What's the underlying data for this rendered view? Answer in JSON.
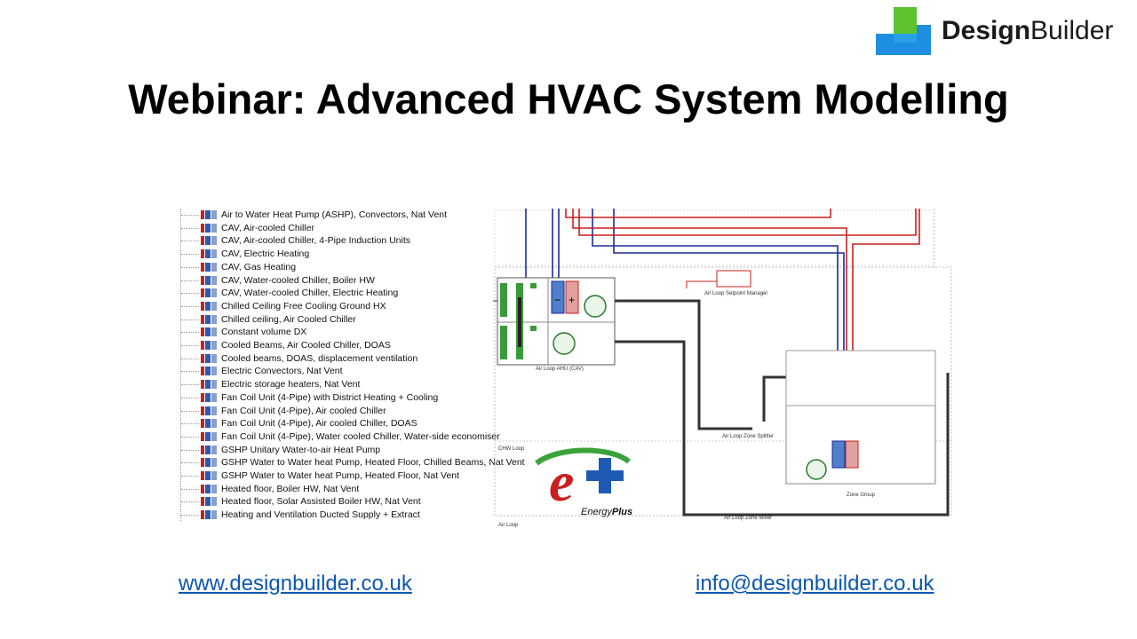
{
  "brand": {
    "name_bold": "Design",
    "name_regular": "Builder"
  },
  "title": "Webinar: Advanced HVAC System Modelling",
  "hvac_templates": [
    "Air to Water Heat Pump (ASHP), Convectors, Nat Vent",
    "CAV, Air-cooled Chiller",
    "CAV, Air-cooled Chiller, 4-Pipe Induction Units",
    "CAV, Electric Heating",
    "CAV, Gas Heating",
    "CAV, Water-cooled Chiller, Boiler HW",
    "CAV, Water-cooled Chiller, Electric Heating",
    "Chilled Ceiling Free Cooling Ground HX",
    "Chilled ceiling, Air Cooled Chiller",
    "Constant volume DX",
    "Cooled Beams, Air Cooled Chiller, DOAS",
    "Cooled beams, DOAS, displacement ventilation",
    "Electric Convectors, Nat Vent",
    "Electric storage heaters, Nat Vent",
    "Fan Coil Unit (4-Pipe) with District Heating + Cooling",
    "Fan Coil Unit (4-Pipe), Air cooled Chiller",
    "Fan Coil Unit (4-Pipe), Air cooled Chiller, DOAS",
    "Fan Coil Unit (4-Pipe), Water cooled Chiller, Water-side economiser",
    "GSHP Unitary Water-to-air Heat Pump",
    "GSHP Water to Water heat Pump, Heated Floor, Chilled Beams, Nat Vent",
    "GSHP Water to Water heat Pump, Heated Floor, Nat Vent",
    "Heated  floor, Boiler HW, Nat Vent",
    "Heated  floor, Solar Assisted Boiler HW, Nat Vent",
    "Heating and Ventilation Ducted Supply + Extract"
  ],
  "diagram": {
    "setpoint_manager": "Air Loop Setpoint Manager",
    "ahu_label": "Air Loop AHU (CAV)",
    "zone_splitter": "Air Loop Zone Splitter",
    "zone_group": "Zone Group",
    "zone_mixer": "Air Loop Zone Mixer",
    "chw_loop": "CHW Loop",
    "air_loop": "Air Loop"
  },
  "energyplus": {
    "energy": "Energy",
    "plus": "Plus"
  },
  "footer": {
    "website": "www.designbuilder.co.uk",
    "email": "info@designbuilder.co.uk"
  },
  "colors": {
    "brand_green": "#5cc22e",
    "brand_blue": "#1e8fe0",
    "link": "#0b57b3",
    "pipe_blue": "#1a2a9a",
    "pipe_red": "#c81e1e",
    "eplus_red": "#c8201e",
    "eplus_blue": "#1e5ab4",
    "eplus_green": "#3aa33a"
  }
}
